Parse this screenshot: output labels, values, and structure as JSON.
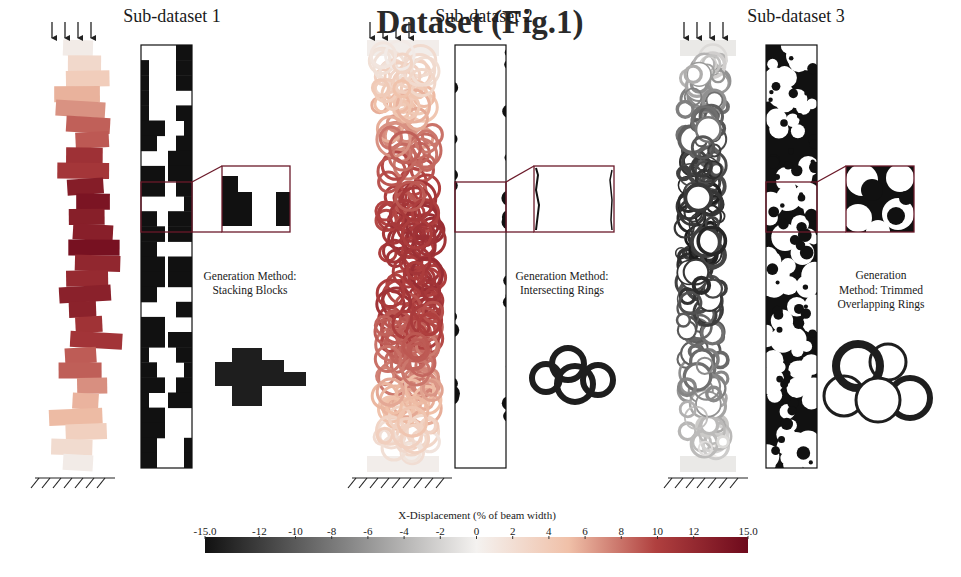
{
  "diagram": {
    "title": "Dataset (Fig.1)",
    "labels": [
      "Sub-dataset 1",
      "Generation Method: Stacking Blocks",
      "Sub-dataset 2",
      "Generation Method: Intersecting Rings",
      "Sub-dataset 3",
      "Generation Method: Trimmed Overlapping Rings",
      "X-Displacement (% of beam width)",
      "-15.0",
      "-12",
      "-10",
      "-8",
      "-6",
      "-4",
      "-2",
      "0",
      "2",
      "4",
      "6",
      "8",
      "10",
      "12",
      "15.0"
    ]
  }
}
